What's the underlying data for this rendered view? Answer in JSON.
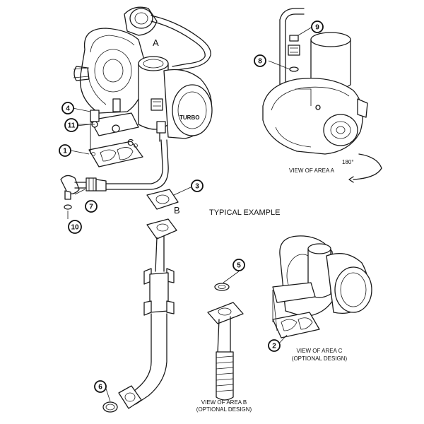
{
  "diagram": {
    "typical_example": "TYPICAL EXAMPLE",
    "turbo_label": "TURBO",
    "area_letters": {
      "a": "A",
      "b": "B",
      "c": "C"
    },
    "view_area_a": "VIEW OF AREA  A",
    "rotation": "180°",
    "view_area_b_line1": "VIEW OF AREA  B",
    "view_area_b_line2": "(OPTIONAL DESIGN)",
    "view_area_c_line1": "VIEW OF AREA  C",
    "view_area_c_line2": "(OPTIONAL DESIGN)"
  },
  "callouts": {
    "c1": "1",
    "c2": "2",
    "c3": "3",
    "c4": "4",
    "c5": "5",
    "c6": "6",
    "c7": "7",
    "c8": "8",
    "c9": "9",
    "c10": "10",
    "c11": "11"
  }
}
